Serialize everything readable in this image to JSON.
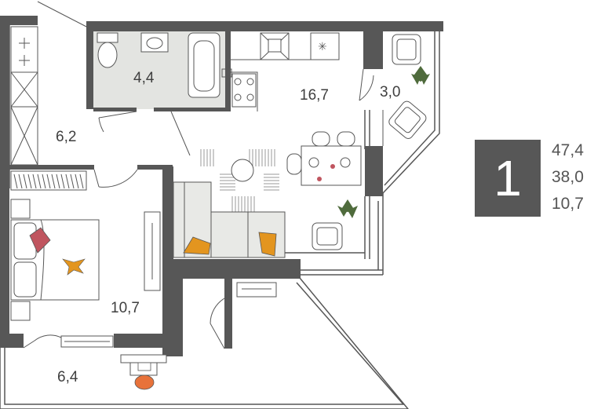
{
  "plan": {
    "rooms": [
      {
        "id": "bathroom",
        "area": "4,4"
      },
      {
        "id": "kitchen-living",
        "area": "16,7"
      },
      {
        "id": "balcony",
        "area": "3,0"
      },
      {
        "id": "hallway",
        "area": "6,2"
      },
      {
        "id": "bedroom",
        "area": "10,7"
      },
      {
        "id": "loggia",
        "area": "6,4"
      }
    ],
    "colors": {
      "wall": "#575757",
      "bath_floor": "#e3e4e1",
      "sofa": "#e8e9e6",
      "cushion": "#e3951f",
      "pillow": "#c0555f",
      "plant": "#4f6b3c",
      "chair_cushion": "#e8723a"
    }
  },
  "summary": {
    "rooms_count": "1",
    "total_area": "47,4",
    "living_area": "38,0",
    "kitchen_area": "10,7"
  }
}
